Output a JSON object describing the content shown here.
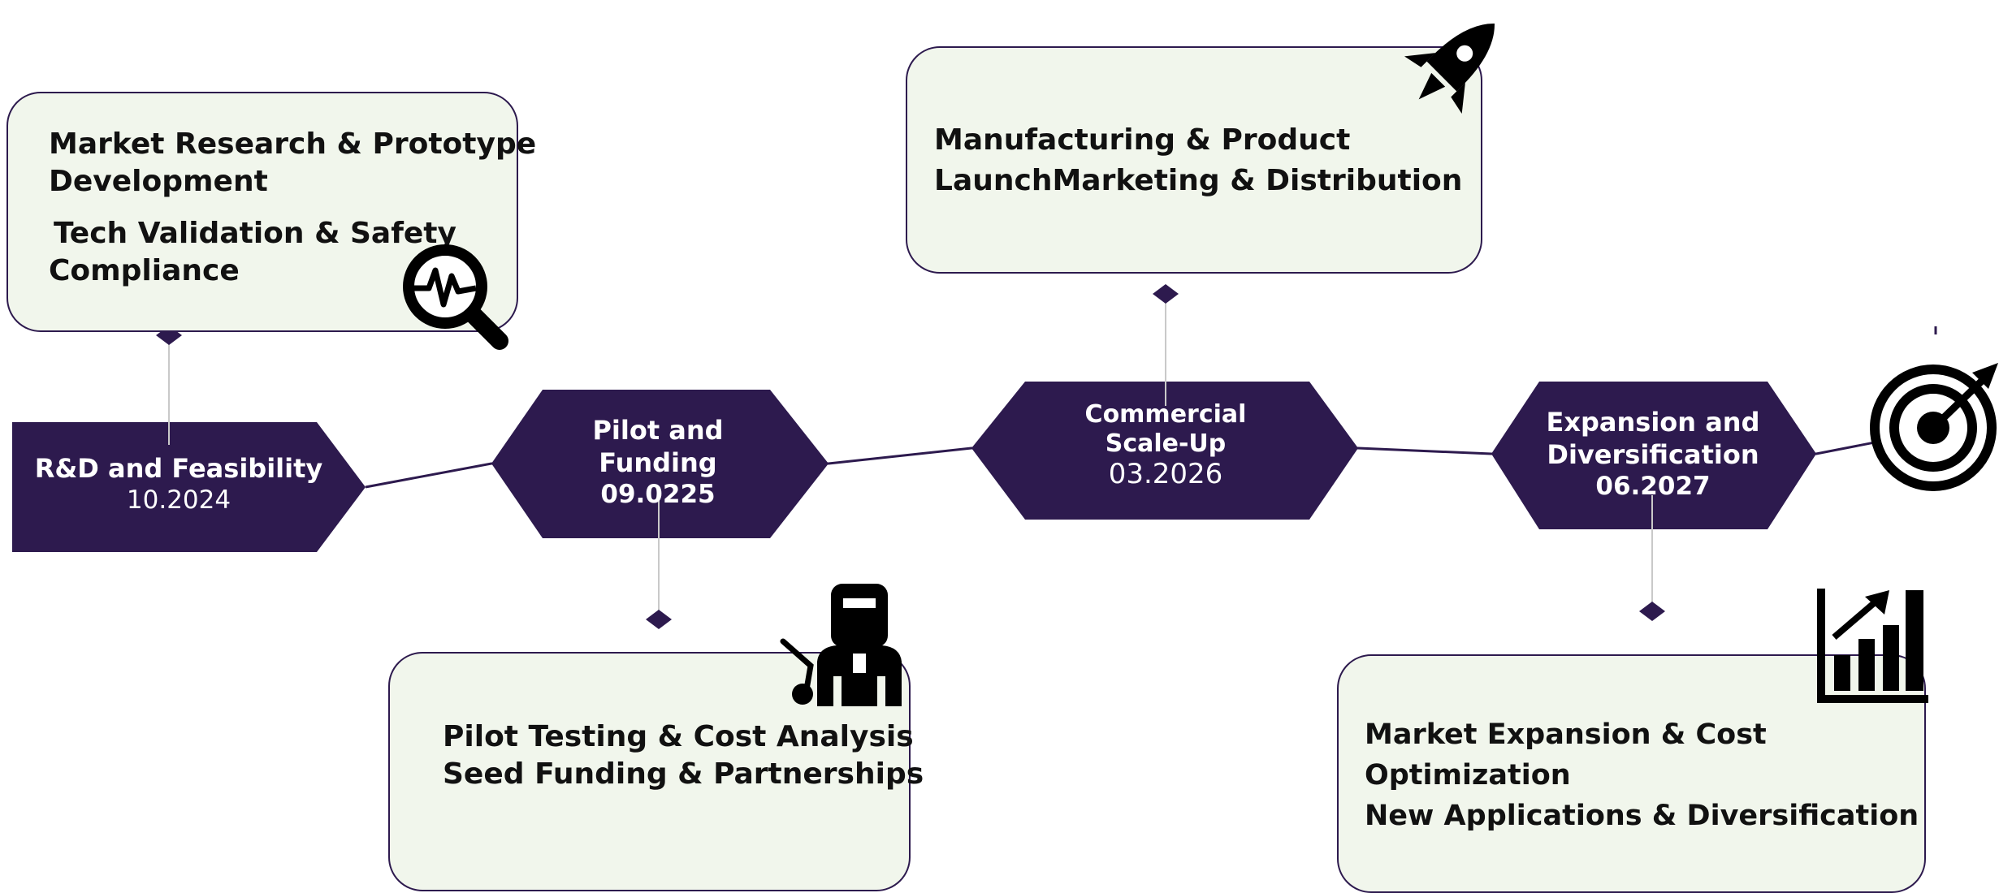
{
  "colors": {
    "stage_fill": "#2d1a4e",
    "card_fill": "#f1f6ec",
    "card_border": "#2d1a4e",
    "text_dark": "#111111",
    "text_light": "#ffffff",
    "icon": "#000000"
  },
  "stages": [
    {
      "title": "R&D and Feasibility",
      "date": "10.2024"
    },
    {
      "title": "Pilot and Funding",
      "date": "09.0225"
    },
    {
      "title": "Commercial Scale-Up",
      "date": "03.2026"
    },
    {
      "title": "Expansion and Diversification",
      "date": "06.2027"
    }
  ],
  "cards": [
    {
      "lines": [
        "Market Research & Prototype",
        "Development",
        "Tech Validation & Safety",
        "Compliance"
      ],
      "icon": "magnifier-pulse-icon"
    },
    {
      "lines": [
        "Pilot Testing & Cost Analysis",
        "Seed Funding & Partnerships"
      ],
      "icon": "welder-icon"
    },
    {
      "lines": [
        "Manufacturing & Product",
        "LaunchMarketing &  Distribution"
      ],
      "icon": "rocket-icon"
    },
    {
      "lines": [
        "Market Expansion & Cost",
        "Optimization",
        "New Applications & Diversification"
      ],
      "icon": "growth-chart-icon"
    }
  ],
  "end_icon": "target-icon"
}
